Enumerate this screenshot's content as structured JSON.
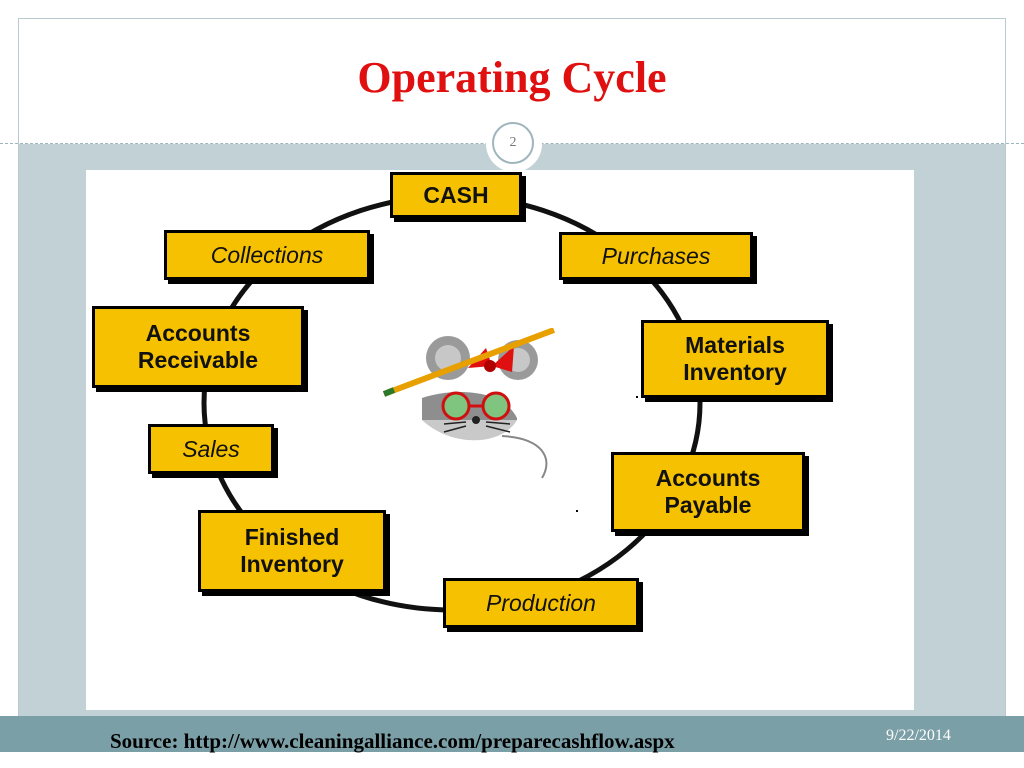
{
  "slide": {
    "title": "Operating Cycle",
    "slide_number": "2",
    "source": "Source: http://www.cleaningalliance.com/preparecashflow.aspx",
    "date": "9/22/2014"
  },
  "colors": {
    "title": "#e01010",
    "background_band": "#c2d1d6",
    "footer_bar": "#7b9fa6",
    "footer_date": "#ffffff",
    "node_fill": "#f5c100",
    "node_border": "#000000",
    "cycle_line": "#111111"
  },
  "diagram": {
    "center_image": "mouse-with-pencil-and-bow-clipart",
    "nodes": [
      {
        "id": "cash",
        "label": "CASH",
        "style": "bold"
      },
      {
        "id": "purchases",
        "label": "Purchases",
        "style": "italic"
      },
      {
        "id": "materials-inventory",
        "label": "Materials\nInventory",
        "style": "bold"
      },
      {
        "id": "accounts-payable",
        "label": "Accounts\nPayable",
        "style": "bold"
      },
      {
        "id": "production",
        "label": "Production",
        "style": "italic"
      },
      {
        "id": "finished-inventory",
        "label": "Finished\nInventory",
        "style": "bold"
      },
      {
        "id": "sales",
        "label": "Sales",
        "style": "italic"
      },
      {
        "id": "accounts-receivable",
        "label": "Accounts\nReceivable",
        "style": "bold"
      },
      {
        "id": "collections",
        "label": "Collections",
        "style": "italic"
      }
    ],
    "cycle_order": [
      "cash",
      "purchases",
      "materials-inventory",
      "accounts-payable",
      "production",
      "finished-inventory",
      "sales",
      "accounts-receivable",
      "collections",
      "cash"
    ]
  }
}
